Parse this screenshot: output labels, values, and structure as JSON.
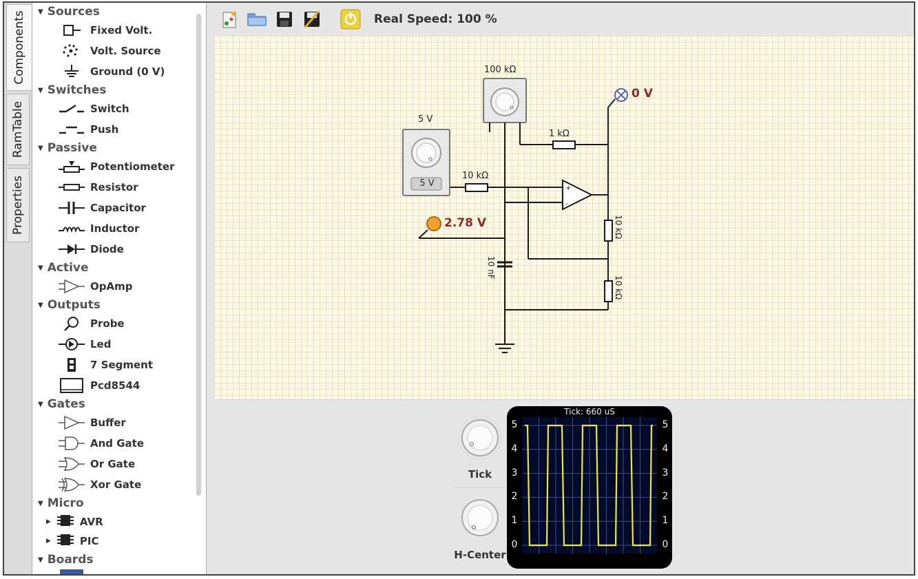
{
  "tabs": [
    {
      "label": "Components",
      "active": true
    },
    {
      "label": "RamTable",
      "active": false
    },
    {
      "label": "Properties",
      "active": false
    }
  ],
  "components": {
    "sources": {
      "title": "Sources",
      "items": [
        "Fixed Volt.",
        "Volt. Source",
        "Ground (0 V)"
      ]
    },
    "switches": {
      "title": "Switches",
      "items": [
        "Switch",
        "Push"
      ]
    },
    "passive": {
      "title": "Passive",
      "items": [
        "Potentiometer",
        "Resistor",
        "Capacitor",
        "Inductor",
        "Diode"
      ]
    },
    "active": {
      "title": "Active",
      "items": [
        "OpAmp"
      ]
    },
    "outputs": {
      "title": "Outputs",
      "items": [
        "Probe",
        "Led",
        "7 Segment",
        "Pcd8544"
      ]
    },
    "gates": {
      "title": "Gates",
      "items": [
        "Buffer",
        "And Gate",
        "Or Gate",
        "Xor Gate"
      ]
    },
    "micro": {
      "title": "Micro",
      "items": [
        "AVR",
        "PIC"
      ]
    },
    "boards": {
      "title": "Boards"
    }
  },
  "toolbar": {
    "speed": "Real Speed: 100 %"
  },
  "circuit": {
    "pot_label": "100 kΩ",
    "src_label": "5 V",
    "src_button": "5 V",
    "r1_label": "1 kΩ",
    "r2_label": "10 kΩ",
    "r3_label": "10 kΩ",
    "r4_label": "10 kΩ",
    "cap_label": "10 nF",
    "probe_value": "0 V",
    "probe2_value": "2.78 V"
  },
  "scope": {
    "tick_knob_label": "Tick",
    "hcenter_knob_label": "H-Center",
    "tick_text": "Tick: 660 uS",
    "y_ticks": [
      "5",
      "4",
      "3",
      "2",
      "1",
      "0"
    ],
    "colors": {
      "trace": "#f2e63a",
      "grid": "#3a4e8c",
      "bg": "#020a2a"
    }
  }
}
